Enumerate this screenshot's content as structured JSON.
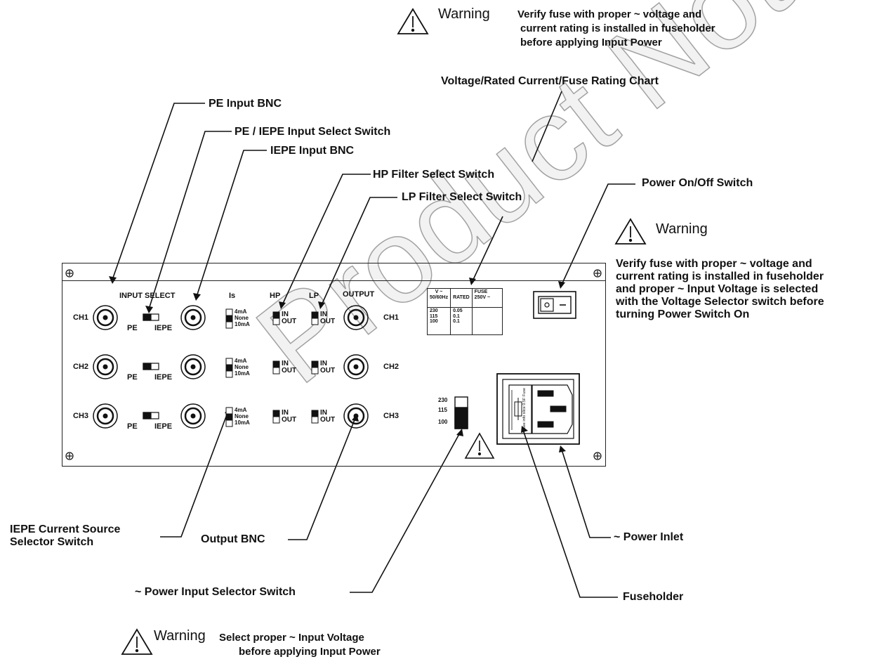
{
  "warnings": {
    "top": {
      "title": "Warning",
      "lines": [
        "Verify fuse with proper ~ voltage and",
        "current rating is installed in fuseholder",
        "before applying Input Power"
      ]
    },
    "right": {
      "title": "Warning",
      "lines": [
        "Verify fuse with proper ~ voltage and",
        "current rating is installed in fuseholder",
        "and proper ~ Input Voltage is selected",
        "with the Voltage Selector switch before",
        "turning Power Switch On"
      ]
    },
    "bottom": {
      "title": "Warning",
      "lines": [
        "Select proper ~ Input Voltage",
        "before applying Input Power"
      ]
    }
  },
  "callouts": {
    "fuse_chart": "Voltage/Rated Current/Fuse Rating Chart",
    "pe_input_bnc": "PE Input BNC",
    "pe_iepe_switch": "PE / IEPE Input Select Switch",
    "iepe_input_bnc": "IEPE Input BNC",
    "hp_filter": "HP Filter Select Switch",
    "lp_filter": "LP Filter Select Switch",
    "power_switch": "Power On/Off Switch",
    "iepe_current_1": "IEPE Current Source",
    "iepe_current_2": "Selector Switch",
    "output_bnc": "Output BNC",
    "power_input_selector": "~ Power Input Selector Switch",
    "power_inlet": "~ Power Inlet",
    "fuseholder": "Fuseholder"
  },
  "panel": {
    "header_input_select": "INPUT SELECT",
    "header_is": "Is",
    "header_hp": "HP",
    "header_lp": "LP",
    "header_output": "OUTPUT",
    "channels": [
      {
        "left": "CH1",
        "right": "CH1",
        "pe": "PE",
        "iepe": "IEPE",
        "is_options": [
          "4mA",
          "None",
          "10mA"
        ],
        "hp_in": "IN",
        "hp_out": "OUT",
        "lp_in": "IN",
        "lp_out": "OUT"
      },
      {
        "left": "CH2",
        "right": "CH2",
        "pe": "PE",
        "iepe": "IEPE",
        "is_options": [
          "4mA",
          "None",
          "10mA"
        ],
        "hp_in": "IN",
        "hp_out": "OUT",
        "lp_in": "IN",
        "lp_out": "OUT"
      },
      {
        "left": "CH3",
        "right": "CH3",
        "pe": "PE",
        "iepe": "IEPE",
        "is_options": [
          "4mA",
          "None",
          "10mA"
        ],
        "hp_in": "IN",
        "hp_out": "OUT",
        "lp_in": "IN",
        "lp_out": "OUT"
      }
    ],
    "voltage_selector": [
      "230",
      "115",
      "100"
    ],
    "fuse_table": {
      "headers": [
        "V ~",
        "50/60Hz",
        "RATED",
        "FUSE",
        "250V ~"
      ],
      "rows": [
        [
          "230",
          "0.05"
        ],
        [
          "115",
          "0.1"
        ],
        [
          "100",
          "0.1"
        ]
      ]
    },
    "fuse_vertical_text": "see info slice 0.5F Fuse"
  },
  "watermark": "Product Not For Sale"
}
